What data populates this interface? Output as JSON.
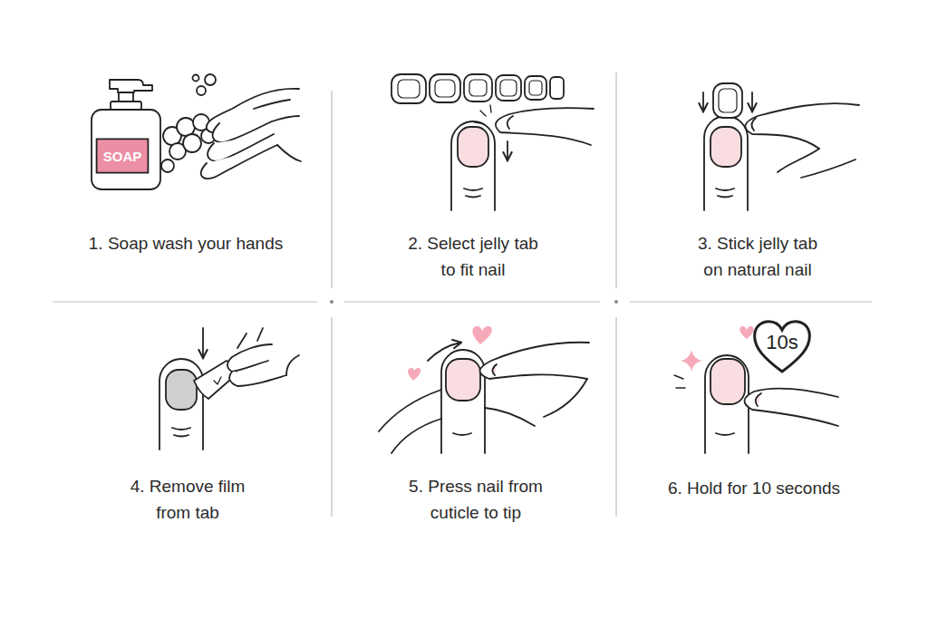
{
  "diagram": {
    "nodes": [
      {
        "text": [
          "SOAP"
        ]
      },
      {
        "text": [
          "10s"
        ]
      }
    ],
    "labels": [
      "1. Soap wash your hands",
      "2. Select jelly tab to fit nail",
      "3. Stick jelly tab on natural nail",
      "4. Remove film from tab",
      "5. Press nail from cuticle to tip",
      "6. Hold for 10 seconds"
    ]
  }
}
